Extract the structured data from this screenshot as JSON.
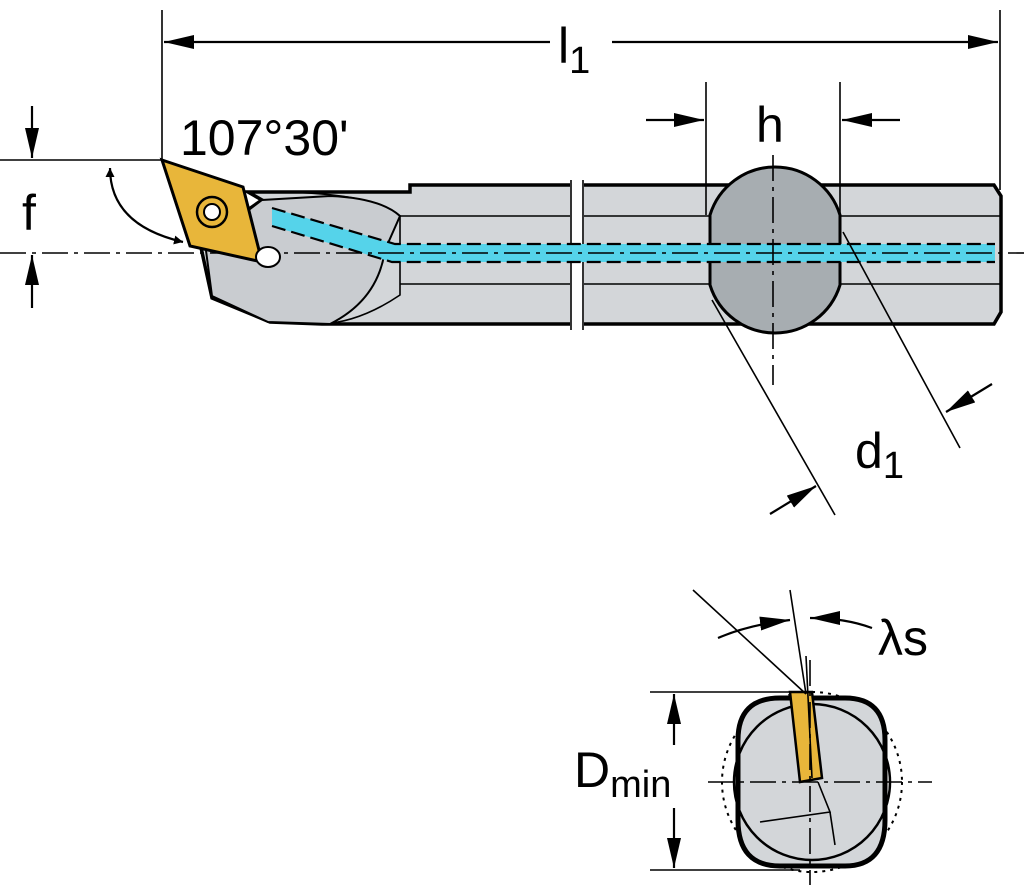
{
  "labels": {
    "overall_length": {
      "main": "l",
      "sub": "1"
    },
    "height": "h",
    "offset": "f",
    "angle": "107°30'",
    "shank_diameter": {
      "main": "d",
      "sub": "1"
    },
    "inclination": "λs",
    "min_bore": {
      "main": "D",
      "sub": "min"
    }
  },
  "colors": {
    "body": "#d3d6d9",
    "body_dark": "#a7adb1",
    "insert": "#e8b63a",
    "coolant": "#55d3ea",
    "outline": "#000000"
  }
}
